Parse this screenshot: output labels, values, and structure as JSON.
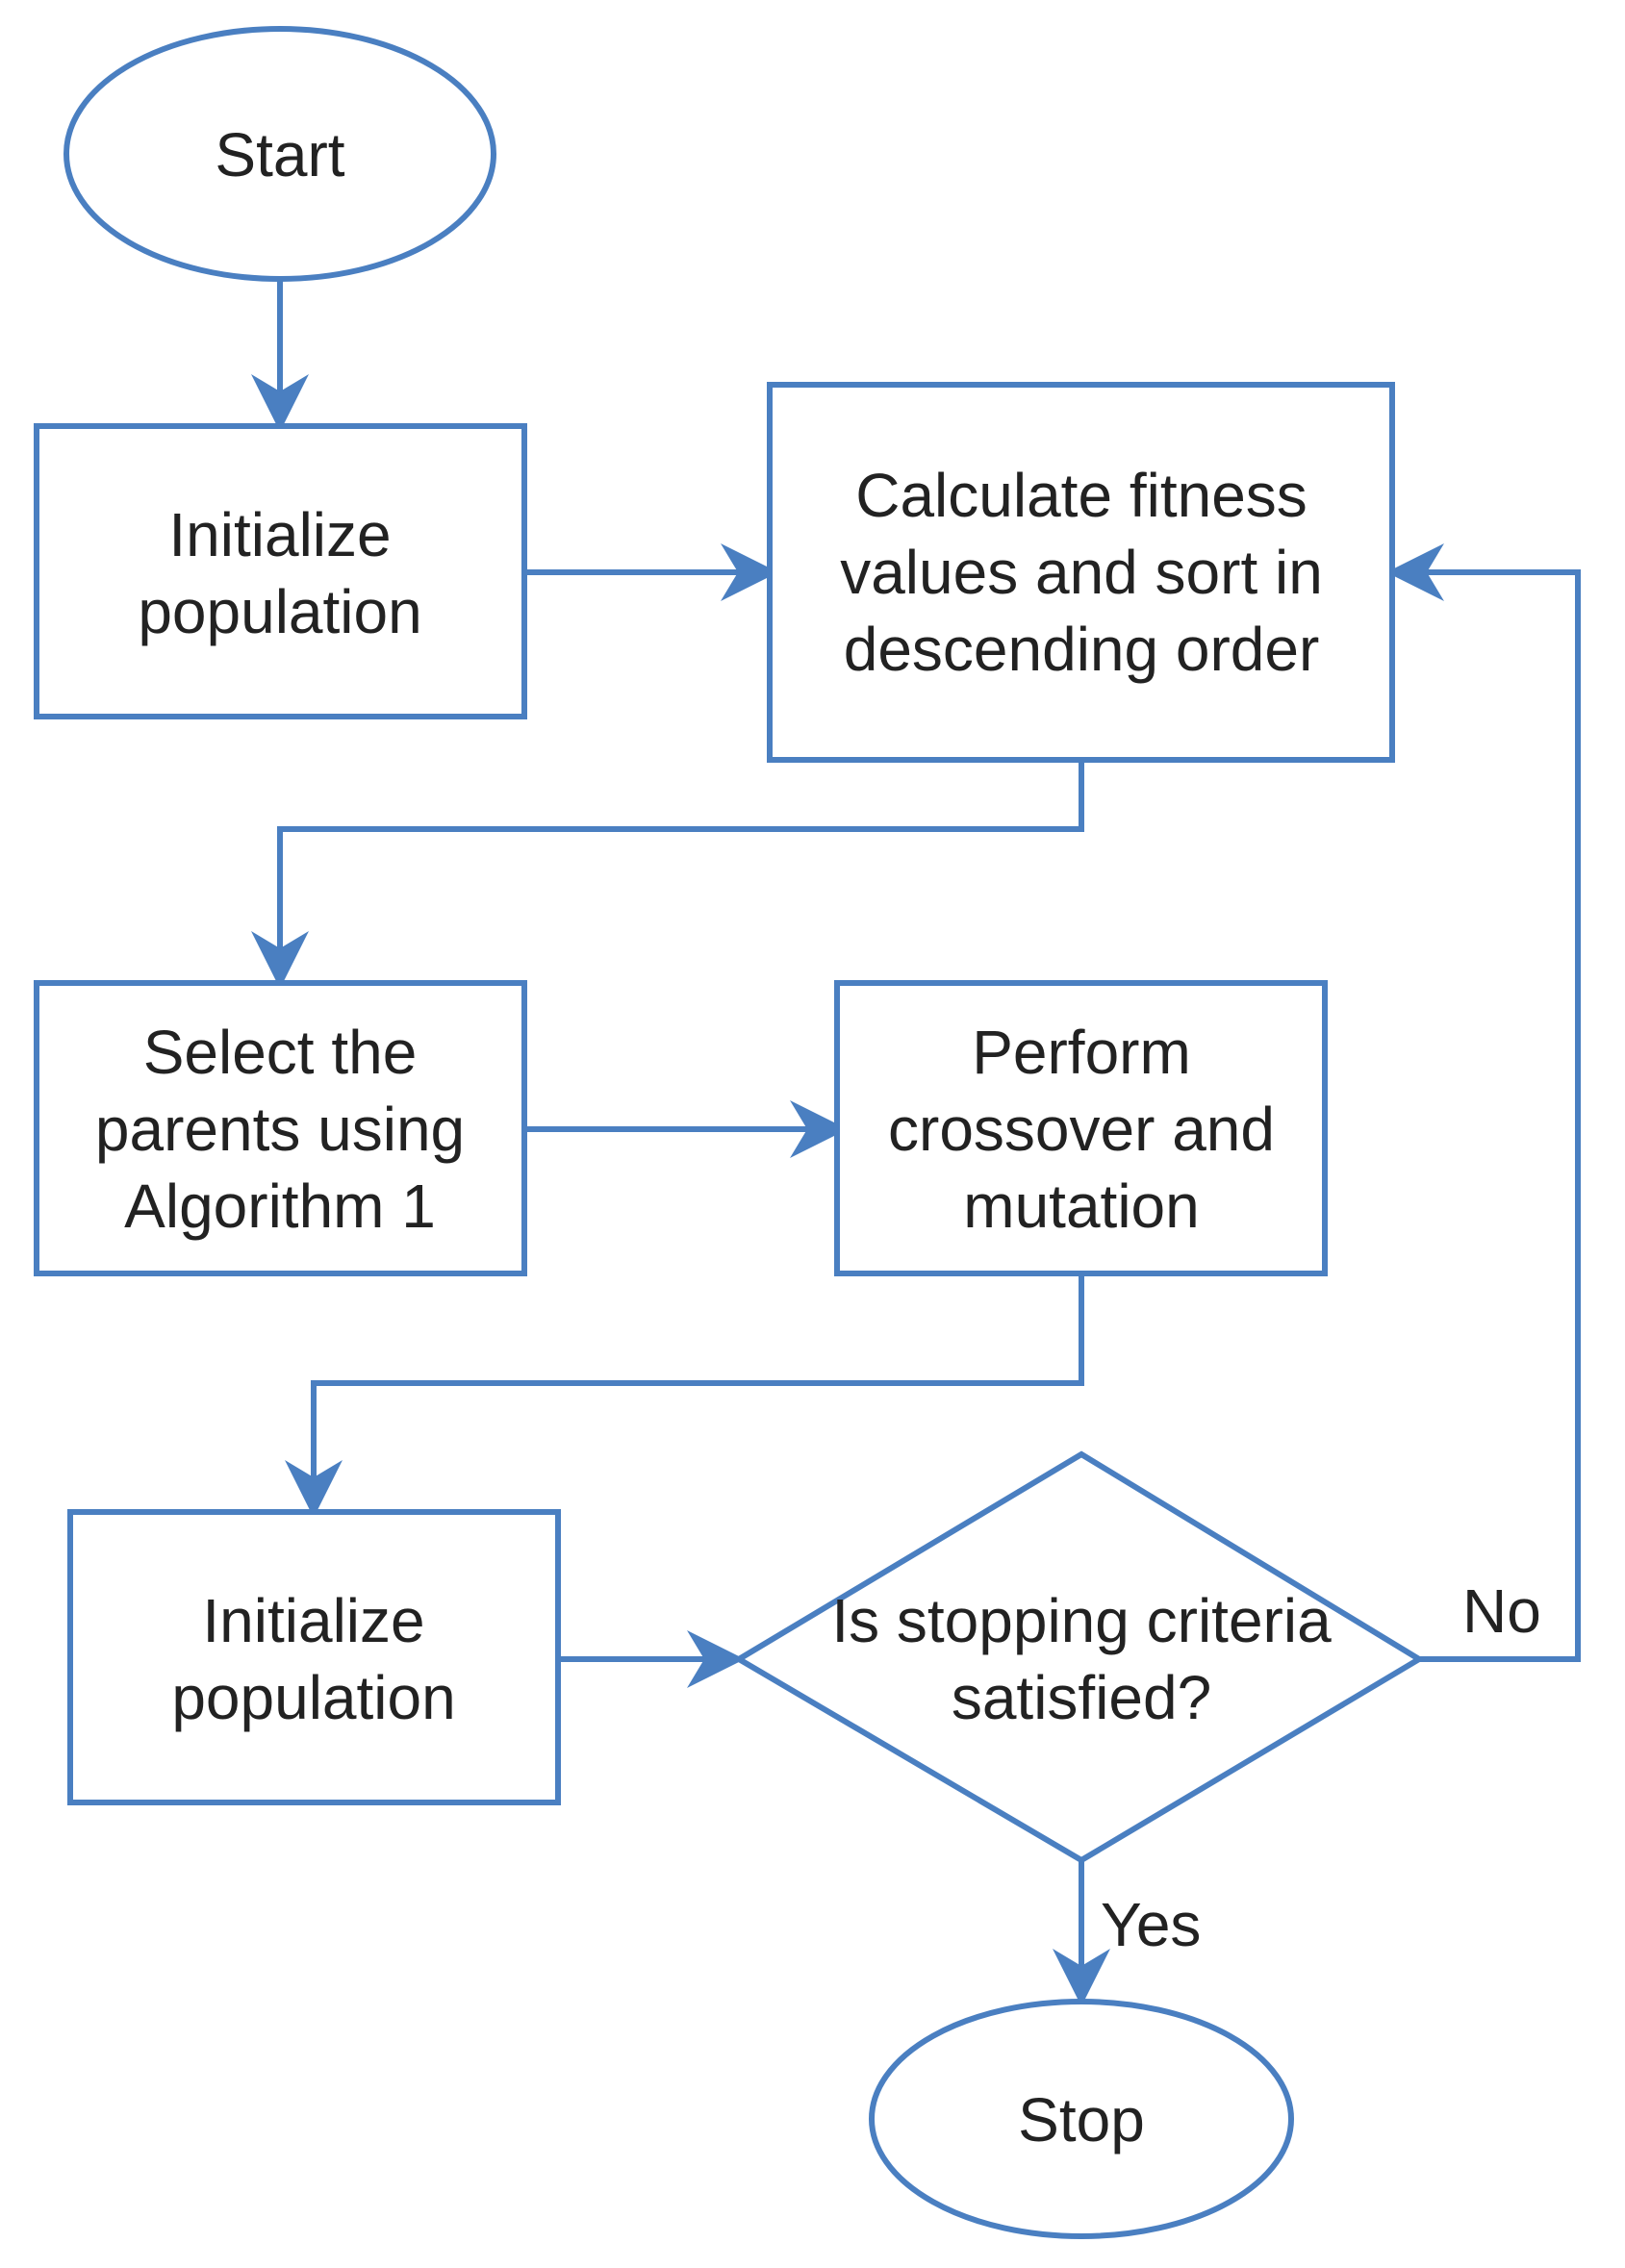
{
  "nodes": {
    "start": "Start",
    "init_1": [
      "Initialize",
      "population"
    ],
    "fitness": [
      "Calculate fitness",
      "values and sort in",
      "descending order"
    ],
    "select": [
      "Select the",
      "parents using",
      "Algorithm 1"
    ],
    "crossover": [
      "Perform",
      "crossover and",
      "mutation"
    ],
    "init_2": [
      "Initialize",
      "population"
    ],
    "decision": [
      "Is stopping criteria",
      "satisfied?"
    ],
    "stop": "Stop"
  },
  "edge_labels": {
    "no": "No",
    "yes": "Yes"
  },
  "colors": {
    "stroke": "#4a7fc1",
    "text": "#222222"
  }
}
